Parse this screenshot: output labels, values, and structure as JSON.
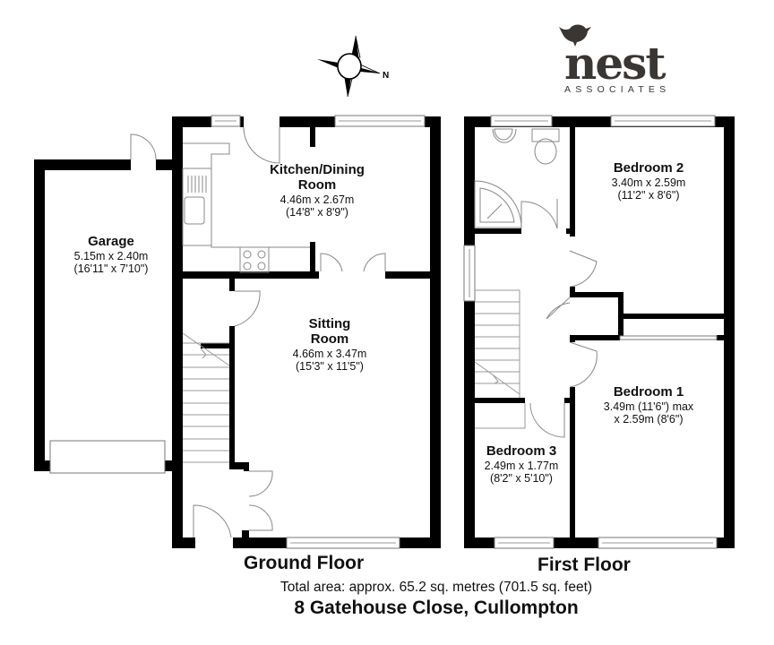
{
  "brand": {
    "name": "nest",
    "subtitle": "ASSOCIATES",
    "color": "#3a3633"
  },
  "compass": {
    "label": "N",
    "icon": "north-arrow-compass-icon"
  },
  "floors": [
    {
      "title": "Ground Floor",
      "rooms": [
        {
          "name": "Garage",
          "dim_metric": "5.15m x 2.40m",
          "dim_imperial": "(16'11\" x 7'10\")"
        },
        {
          "name_line1": "Kitchen/Dining",
          "name_line2": "Room",
          "dim_metric": "4.46m x 2.67m",
          "dim_imperial": "(14'8\" x 8'9\")"
        },
        {
          "name_line1": "Sitting",
          "name_line2": "Room",
          "dim_metric": "4.66m x 3.47m",
          "dim_imperial": "(15'3\" x 11'5\")"
        }
      ]
    },
    {
      "title": "First Floor",
      "rooms": [
        {
          "name": "Bedroom 2",
          "dim_metric": "3.40m x 2.59m",
          "dim_imperial": "(11'2\" x 8'6\")"
        },
        {
          "name": "Bedroom 1",
          "dim_line1": "3.49m (11'6\") max",
          "dim_line2": "x 2.59m (8'6\")"
        },
        {
          "name": "Bedroom 3",
          "dim_metric": "2.49m x 1.77m",
          "dim_imperial": "(8'2\" x 5'10\")"
        }
      ]
    }
  ],
  "total_area": "Total area: approx. 65.2 sq. metres (701.5 sq. feet)",
  "address": "8 Gatehouse Close, Cullompton",
  "colors": {
    "wall": "#000000",
    "fixture_line": "#888888",
    "background": "#ffffff"
  }
}
